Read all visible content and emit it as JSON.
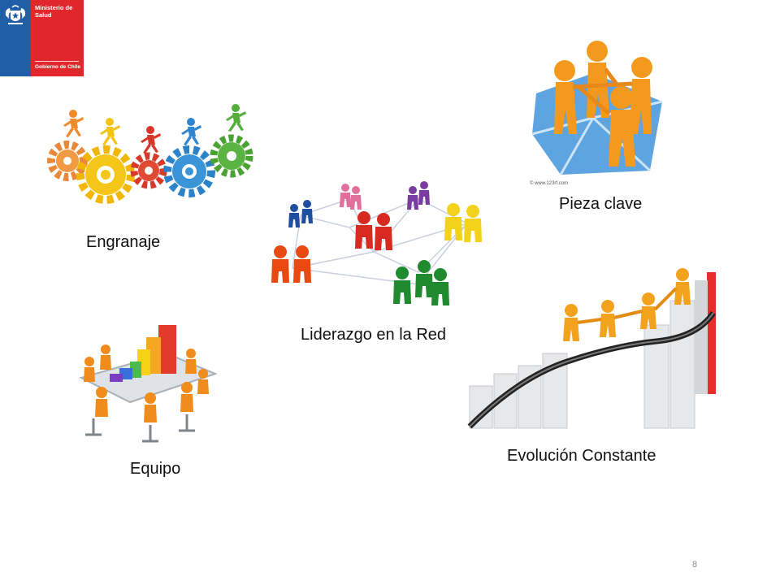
{
  "logo": {
    "organization": "Ministerio de Salud",
    "government": "Gobierno de Chile",
    "colors": {
      "blue": "#1f5fa8",
      "red": "#e1262c"
    }
  },
  "captions": {
    "engranaje": "Engranaje",
    "pieza_clave": "Pieza clave",
    "liderazgo": "Liderazgo en la Red",
    "equipo": "Equipo",
    "evolucion": "Evolución Constante"
  },
  "puzzle_watermark": "© www.123rf.com",
  "page_number": "8"
}
